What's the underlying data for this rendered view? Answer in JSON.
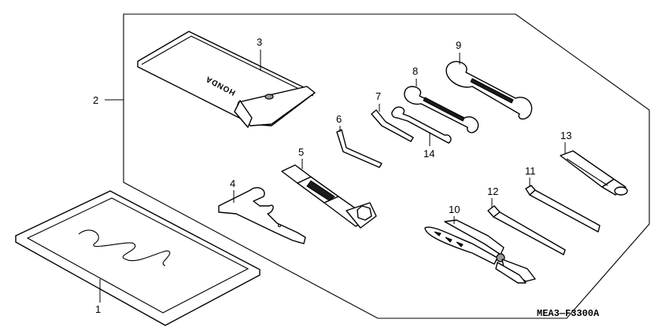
{
  "diagram": {
    "drawing_code": "MEA3—F3300A",
    "brand_text": "HONDA",
    "callouts": {
      "p1": "1",
      "p2": "2",
      "p3": "3",
      "p4": "4",
      "p5": "5",
      "p6": "6",
      "p7": "7",
      "p8": "8",
      "p9": "9",
      "p10": "10",
      "p11": "11",
      "p12": "12",
      "p13": "13",
      "p14": "14"
    }
  }
}
